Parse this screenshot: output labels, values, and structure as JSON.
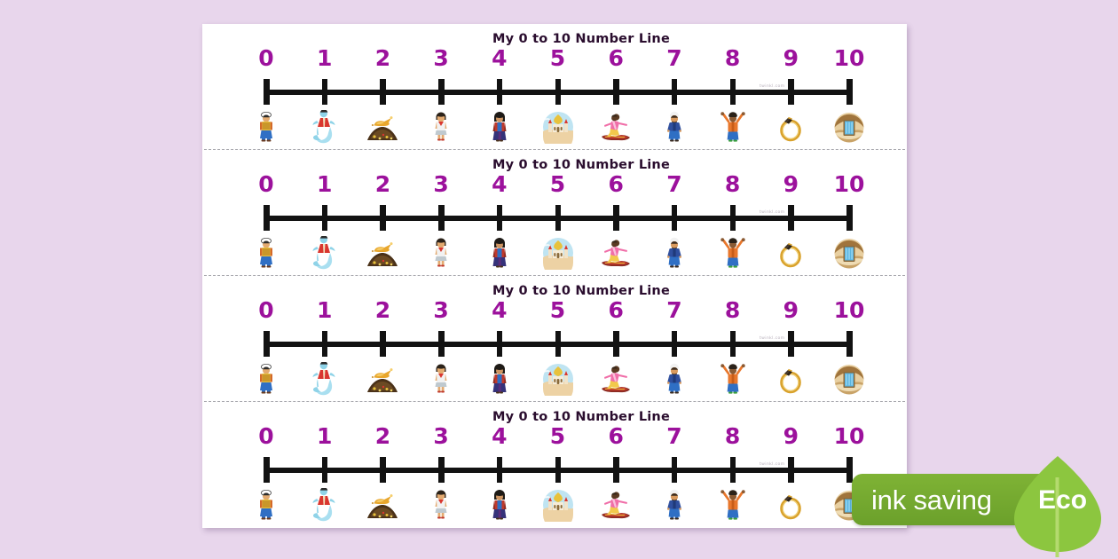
{
  "page": {
    "background_color": "#e8d6ec",
    "sheet_color": "#ffffff",
    "number_color": "#9c119c",
    "axis_color": "#121212",
    "cut_line_color": "#a8a8ae",
    "watermark": "twinkl.com"
  },
  "worksheet": {
    "title": "My 0 to 10 Number Line",
    "rows": 4,
    "numbers": [
      "0",
      "1",
      "2",
      "3",
      "4",
      "5",
      "6",
      "7",
      "8",
      "9",
      "10"
    ],
    "pictures": [
      {
        "value": "0",
        "name": "aladdin-boy-icon"
      },
      {
        "value": "1",
        "name": "genie-icon"
      },
      {
        "value": "2",
        "name": "magic-lamp-treasure-icon"
      },
      {
        "value": "3",
        "name": "girl-icon"
      },
      {
        "value": "4",
        "name": "woman-in-robes-icon"
      },
      {
        "value": "5",
        "name": "palace-icon"
      },
      {
        "value": "6",
        "name": "magic-carpet-icon"
      },
      {
        "value": "7",
        "name": "palace-guard-icon"
      },
      {
        "value": "8",
        "name": "cheering-man-icon"
      },
      {
        "value": "9",
        "name": "ring-icon"
      },
      {
        "value": "10",
        "name": "cave-door-icon"
      }
    ]
  },
  "eco_badge": {
    "ink_label": "ink saving",
    "eco_label": "Eco",
    "pill_color": "#6ba02b",
    "leaf_color": "#8cc63f"
  }
}
